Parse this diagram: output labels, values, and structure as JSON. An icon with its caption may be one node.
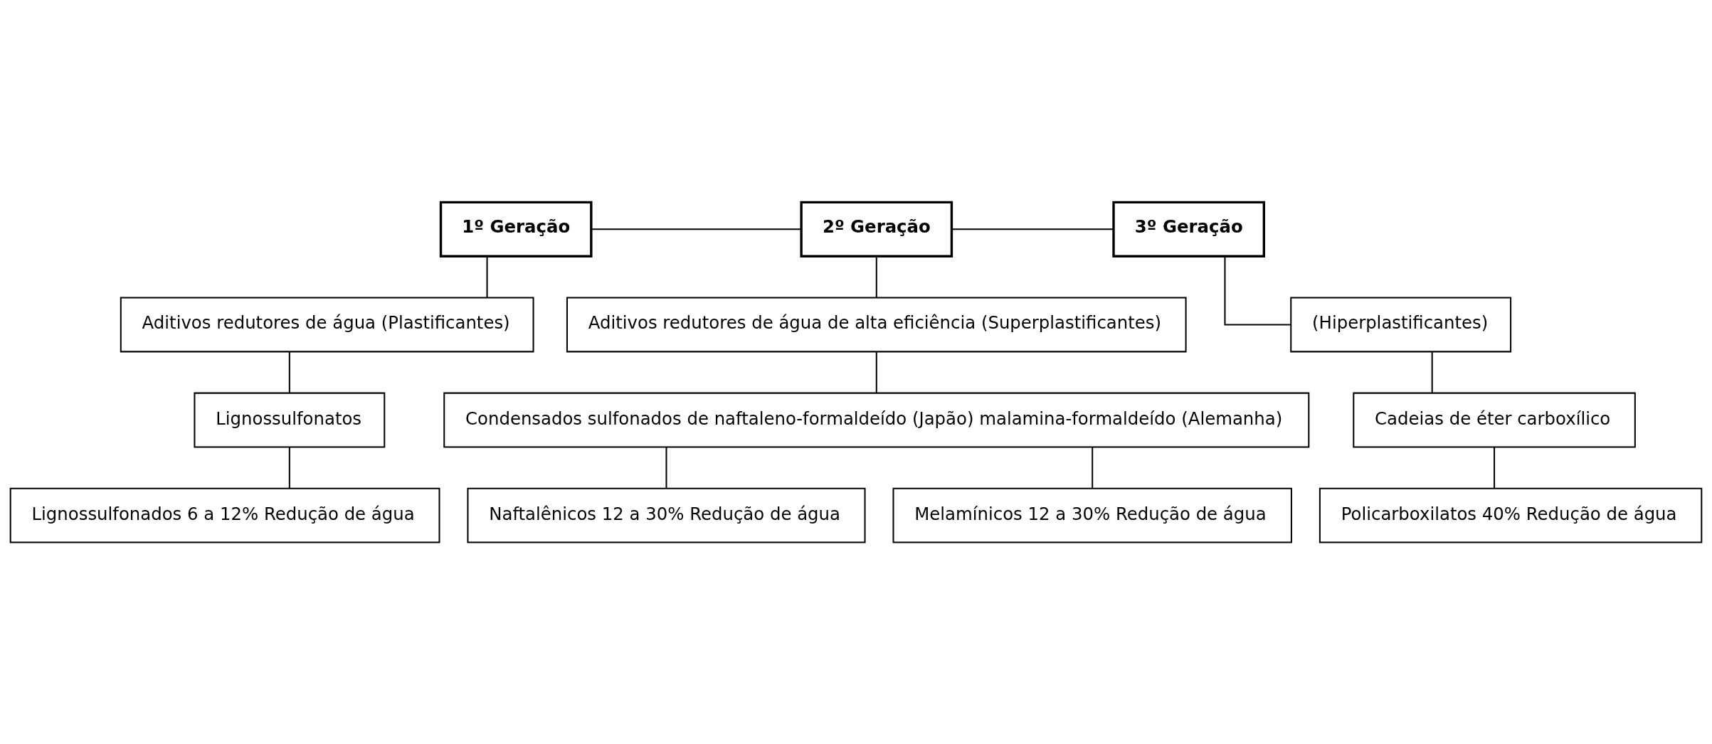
{
  "diagram": {
    "nodes": [
      {
        "text": [
          "1º Geração"
        ]
      },
      {
        "text": [
          "2º Geração"
        ]
      },
      {
        "text": [
          "3º Geração"
        ]
      },
      {
        "text": [
          "Aditivos redutores de água (Plastificantes)"
        ]
      },
      {
        "text": [
          "Aditivos redutores de água de alta eficiência (Superplastificantes)"
        ]
      },
      {
        "text": [
          "(Hiperplastificantes)"
        ]
      },
      {
        "text": [
          "Lignossulfonatos"
        ]
      },
      {
        "text": [
          "Condensados sulfonados de naftaleno-formaldeído (Japão) malamina-formaldeído (Alemanha)"
        ]
      },
      {
        "text": [
          "Cadeias de éter carboxílico"
        ]
      },
      {
        "text": [
          "Lignossulfonados 6 a 12% Redução de água"
        ]
      },
      {
        "text": [
          "Naftalênicos 12 a 30% Redução de água"
        ]
      },
      {
        "text": [
          "Melamínicos 12 a 30% Redução de água"
        ]
      },
      {
        "text": [
          "Policarboxilatos 40% Redução de água"
        ]
      }
    ],
    "edges": [
      {
        "from": 0,
        "to": 1,
        "arrow": "none"
      },
      {
        "from": 1,
        "to": 2,
        "arrow": "none"
      },
      {
        "from": 0,
        "to": 3,
        "arrow": "none"
      },
      {
        "from": 1,
        "to": 4,
        "arrow": "none"
      },
      {
        "from": 2,
        "to": 5,
        "arrow": "none"
      },
      {
        "from": 3,
        "to": 6,
        "arrow": "none"
      },
      {
        "from": 4,
        "to": 7,
        "arrow": "none"
      },
      {
        "from": 5,
        "to": 8,
        "arrow": "none"
      },
      {
        "from": 6,
        "to": 9,
        "arrow": "none"
      },
      {
        "from": 7,
        "to": 10,
        "arrow": "none"
      },
      {
        "from": 7,
        "to": 11,
        "arrow": "none"
      },
      {
        "from": 8,
        "to": 12,
        "arrow": "none"
      }
    ]
  }
}
